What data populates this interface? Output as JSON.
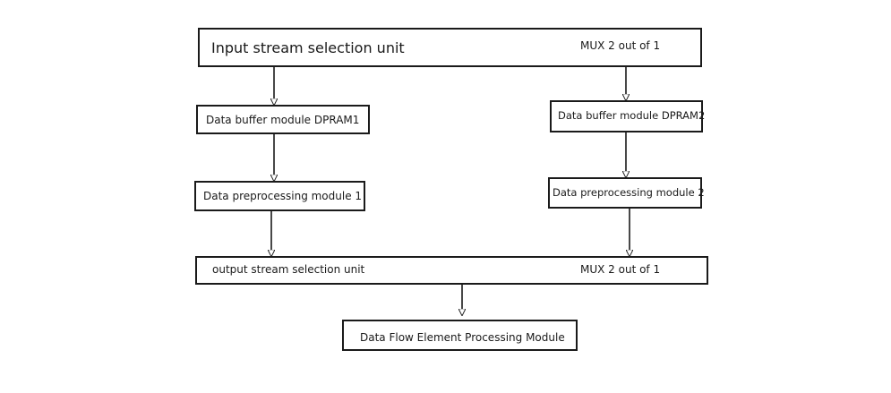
{
  "input_unit": {
    "label": "Input stream selection unit",
    "mux": "MUX 2 out of 1"
  },
  "left_branch": {
    "buffer": "Data buffer module DPRAM1",
    "preprocess": "Data preprocessing module 1"
  },
  "right_branch": {
    "buffer": "Data buffer module DPRAM2",
    "preprocess": "Data preprocessing module 2"
  },
  "output_unit": {
    "label": "output stream selection unit",
    "mux": "MUX 2 out of 1"
  },
  "processing_module": {
    "label": "Data Flow Element Processing Module"
  },
  "colors": {
    "stroke": "#1a1a1a",
    "background": "#ffffff"
  }
}
